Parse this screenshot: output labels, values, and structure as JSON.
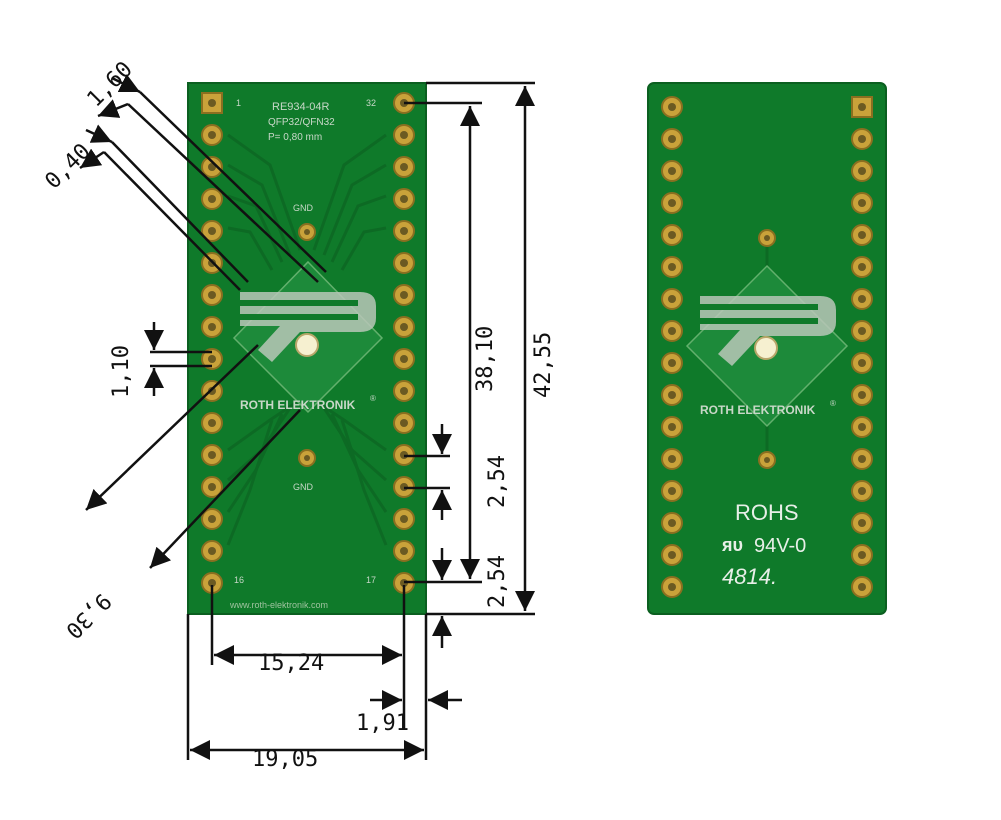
{
  "front": {
    "part_number": "RE934-04R",
    "package": "QFP32/QFN32",
    "pitch": "P= 0,80 mm",
    "pin_1": "1",
    "pin_32": "32",
    "pin_16": "16",
    "pin_17": "17",
    "gnd_top": "GND",
    "gnd_bottom": "GND",
    "brand": "ROTH ELEKTRONIK",
    "registered": "®",
    "url": "www.roth-elektronik.com"
  },
  "back": {
    "brand": "ROTH ELEKTRONIK",
    "registered": "®",
    "rohs": "ROHS",
    "ul_mark": "ᴙᴜ",
    "flammability": "94V-0",
    "date_code": "4814."
  },
  "dimensions": {
    "d_160": "1,60",
    "d_040": "0,40",
    "d_110": "1,10",
    "d_930": "9,30",
    "d_3810": "38,10",
    "d_4255": "42,55",
    "d_254_a": "2,54",
    "d_254_b": "2,54",
    "d_1524": "15,24",
    "d_191": "1,91",
    "d_1905": "19,05"
  },
  "colors": {
    "board": "#0f7a2a",
    "board_dark": "#0b5f20",
    "pad": "#c9a23a",
    "pad_hole": "#6b5a22",
    "line": "#111111",
    "background": "#ffffff"
  }
}
